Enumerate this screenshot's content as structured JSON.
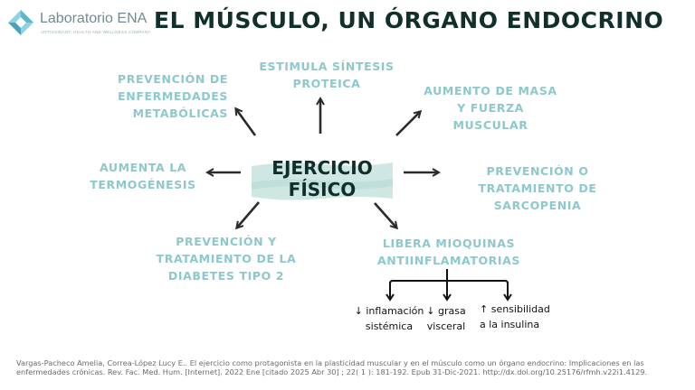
{
  "brand": {
    "name": "Laboratorio ENA",
    "tagline": "ANTIOXIDANT, HEALTH AND WELLNESS COMPANY"
  },
  "title": "EL MÚSCULO, UN ÓRGANO ENDOCRINO",
  "center": {
    "line1": "EJERCICIO",
    "line2": "FÍSICO"
  },
  "effects": {
    "metabolicas": [
      "PREVENCIÓN DE",
      "ENFERMEDADES",
      "METABÓLICAS"
    ],
    "sintesis": [
      "ESTIMULA SÍNTESIS",
      "PROTEICA"
    ],
    "masa": [
      "AUMENTO DE MASA",
      "Y FUERZA",
      "MUSCULAR"
    ],
    "termogenesis": [
      "AUMENTA LA",
      "TERMOGÉNESIS"
    ],
    "sarcopenia": [
      "PREVENCIÓN O",
      "TRATAMIENTO DE",
      "SARCOPENIA"
    ],
    "diabetes": [
      "PREVENCIÓN Y",
      "TRATAMIENTO DE LA",
      "DIABETES TIPO 2"
    ],
    "mioquinas": [
      "LIBERA MIOQUINAS",
      "ANTIINFLAMATORIAS"
    ]
  },
  "mioquinas_effects": {
    "inflamacion": [
      "↓ inflamación",
      "sistémica"
    ],
    "grasa": [
      "↓ grasa",
      "visceral"
    ],
    "insulina": [
      "↑ sensibilidad",
      "a la insulina"
    ]
  },
  "colors": {
    "label": "#8cc8cc",
    "title": "#11302c",
    "band": "#cfe7e2",
    "arrow": "#2b2b2b"
  },
  "reference": "Vargas-Pacheco Amelia, Correa-López Lucy E.. El ejercicio como protagonista en la plasticidad muscular y en el músculo como un órgano endocrino: Implicaciones en las enfermedades crónicas. Rev. Fac. Med. Hum. [Internet]. 2022 Ene [citado 2025 Abr 30] ; 22( 1 ): 181-192. Epub 31-Dic-2021. http://dx.doi.org/10.25176/rfmh.v22i1.4129."
}
